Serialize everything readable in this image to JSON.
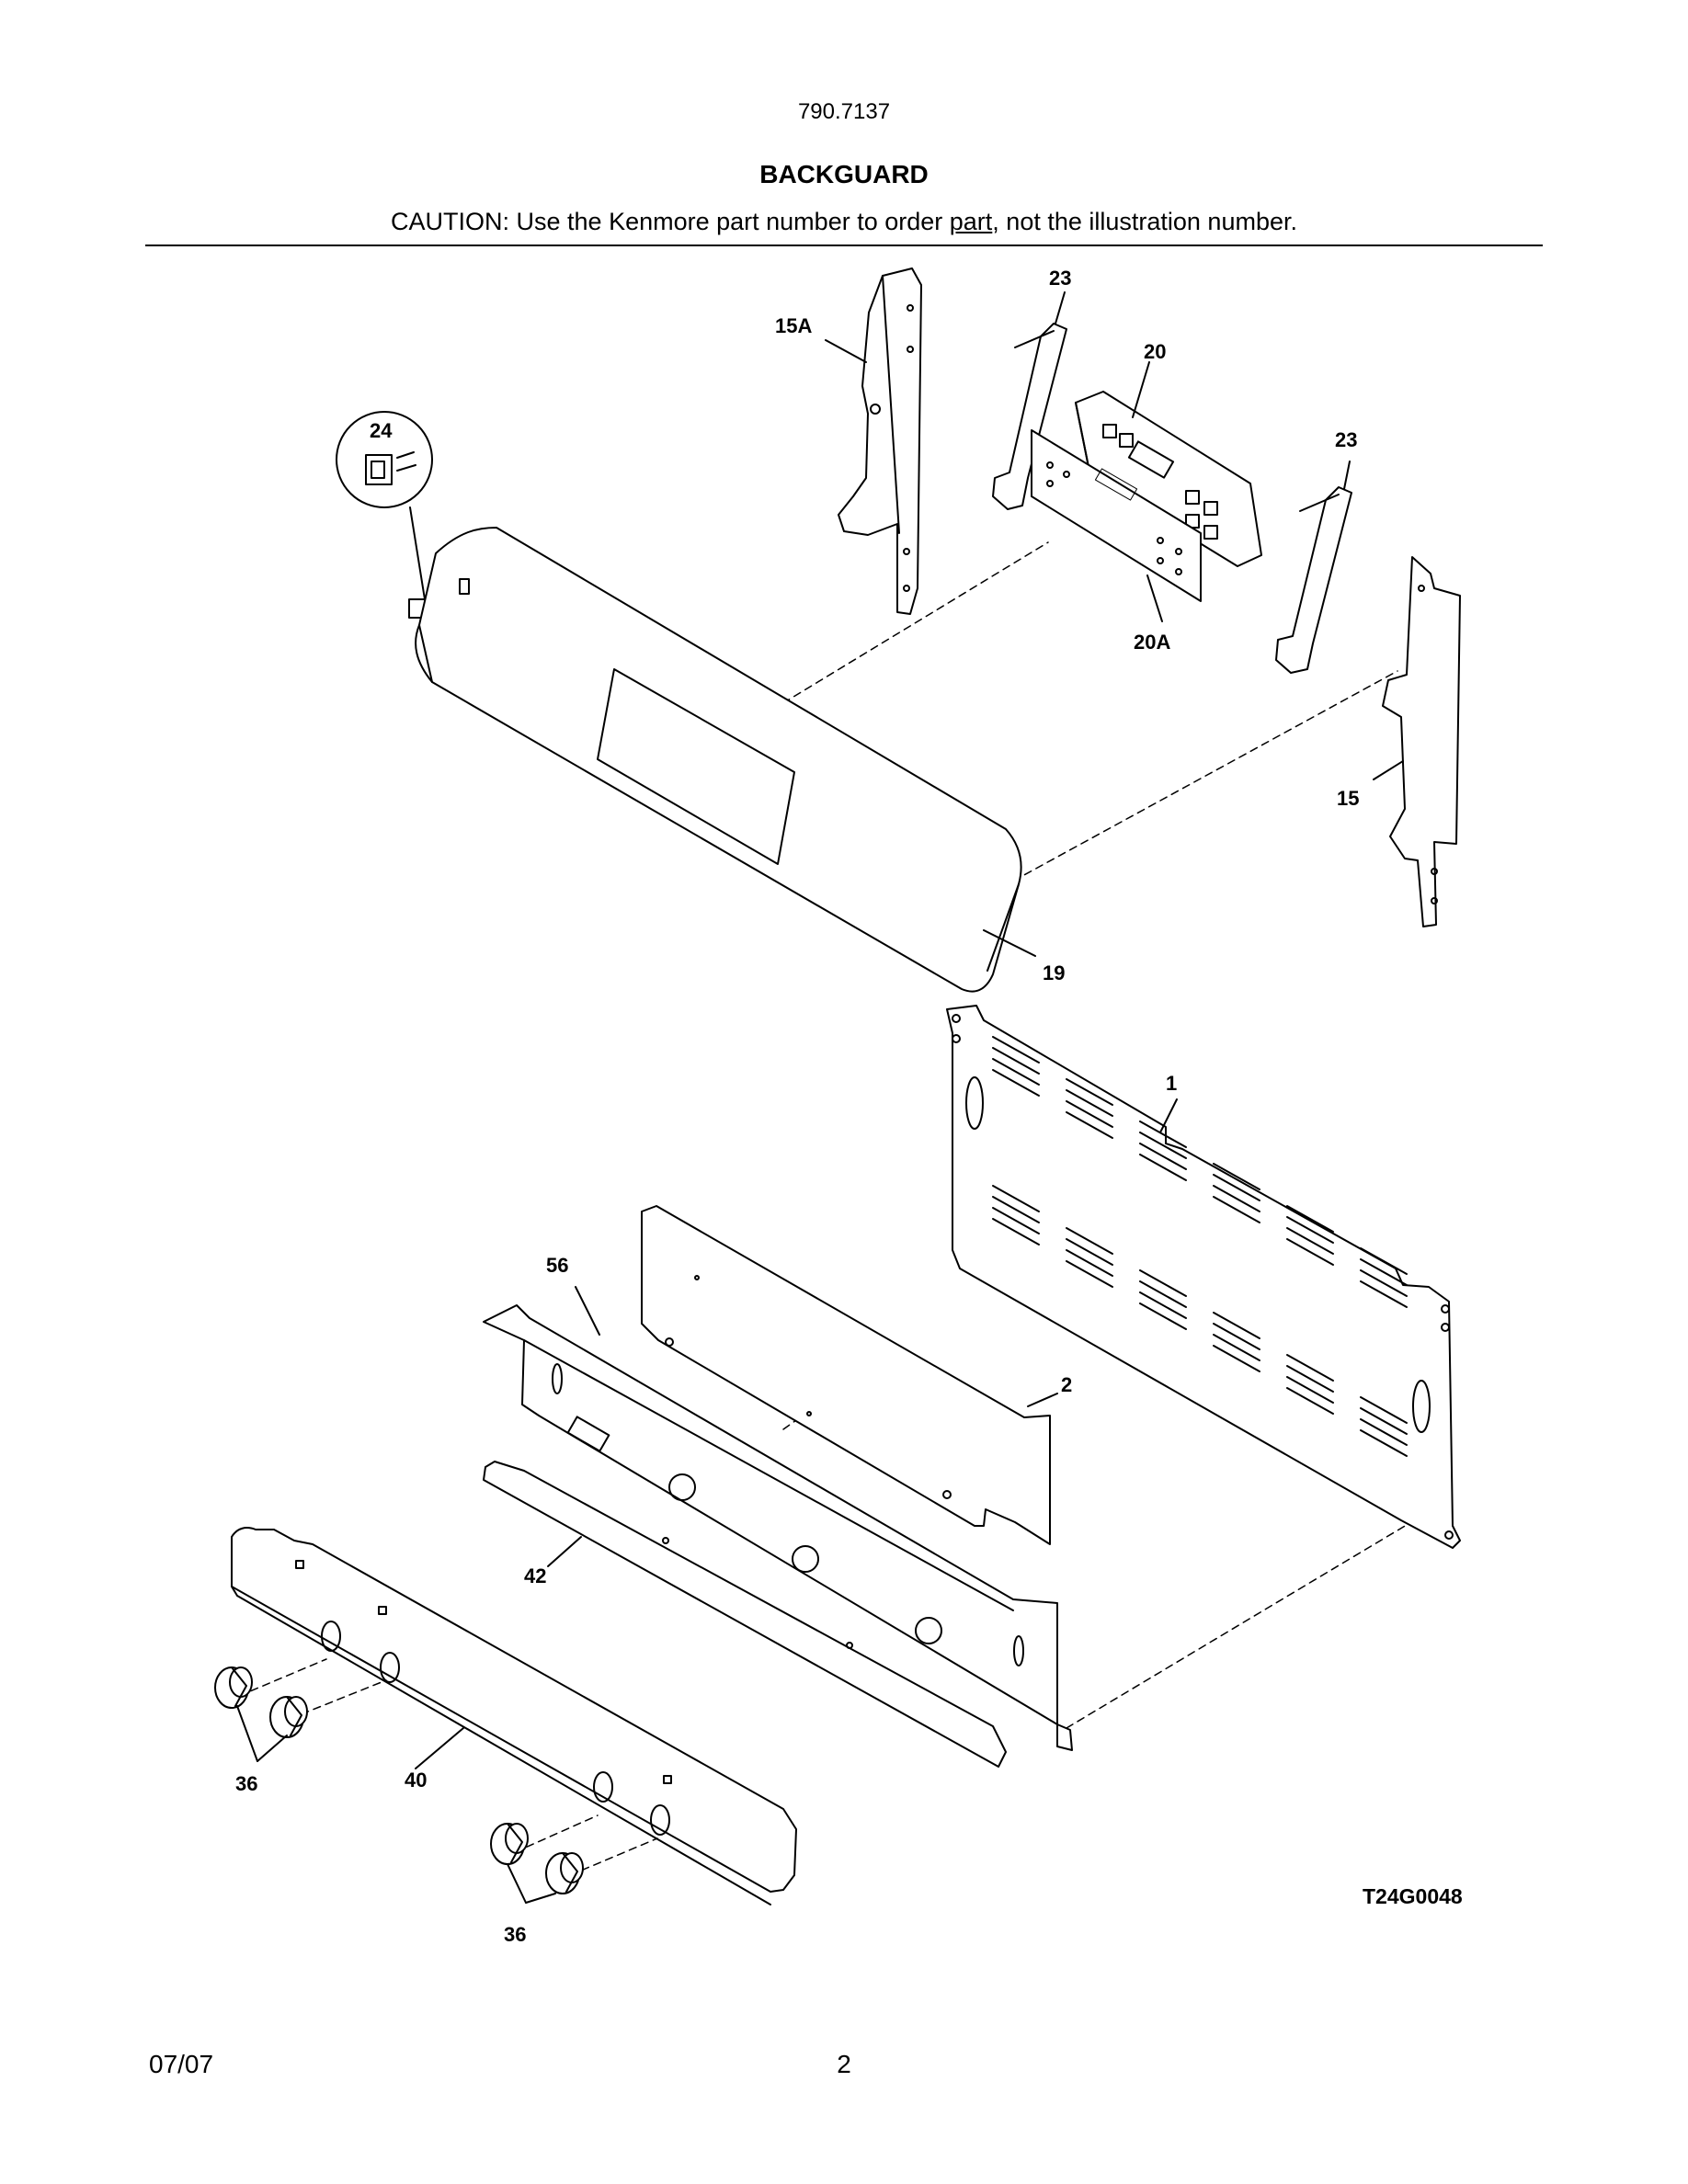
{
  "header": {
    "model": "790.7137",
    "title": "BACKGUARD",
    "caution_prefix": "CAUTION: Use the Kenmore part number to order ",
    "caution_underlined": "part",
    "caution_suffix": ", not the illustration number."
  },
  "callouts": {
    "p15A": "15A",
    "p23a": "23",
    "p20": "20",
    "p23b": "23",
    "p24": "24",
    "p20A": "20A",
    "p15": "15",
    "p19": "19",
    "p1": "1",
    "p56": "56",
    "p2": "2",
    "p42": "42",
    "p36a": "36",
    "p40": "40",
    "p36b": "36"
  },
  "figure_code": "T24G0048",
  "footer": {
    "date": "07/07",
    "page": "2"
  }
}
